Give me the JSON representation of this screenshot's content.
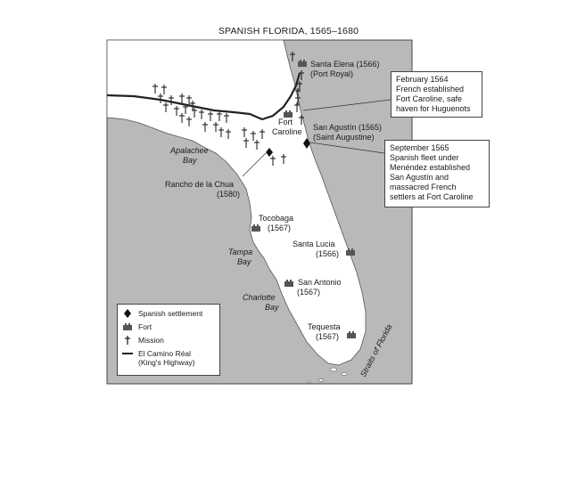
{
  "map": {
    "title": "SPANISH FLORIDA, 1565–1680",
    "labels": {
      "santa_elena": "Santa Elena (1566)",
      "santa_elena_alt": "(Port Royal)",
      "fort_caroline_1": "Fort",
      "fort_caroline_2": "Caroline",
      "san_agustin": "San Agustín (1565)",
      "san_agustin_alt": "(Saint Augustine)",
      "apalachee_1": "Apalachee",
      "apalachee_2": "Bay",
      "rancho_1": "Rancho de la Chua",
      "rancho_2": "(1580)",
      "tocobaga_1": "Tocobaga",
      "tocobaga_2": "(1567)",
      "tampa_1": "Tampa",
      "tampa_2": "Bay",
      "santa_lucia_1": "Santa Lucia",
      "santa_lucia_2": "(1566)",
      "san_antonio_1": "San Antonio",
      "san_antonio_2": "(1567)",
      "charlotte_1": "Charlotte",
      "charlotte_2": "Bay",
      "tequesta_1": "Tequesta",
      "tequesta_2": "(1567)",
      "straits": "Straits of Florida"
    },
    "callouts": {
      "c1564": [
        "February 1564",
        "French established",
        "Fort Caroline, safe",
        "haven for Huguenots"
      ],
      "c1565": [
        "September 1565",
        "Spanish fleet under",
        "Menéndez established",
        "San Agustín and",
        "massacred French",
        "settlers at Fort Caroline"
      ]
    },
    "legend": {
      "settlement": "Spanish settlement",
      "fort": "Fort",
      "mission": "Mission",
      "road_1": "El Camino Réal",
      "road_2": "(King's Highway)"
    },
    "colors": {
      "water": "#b9b9b9",
      "land": "#ffffff",
      "road": "#222222"
    }
  }
}
